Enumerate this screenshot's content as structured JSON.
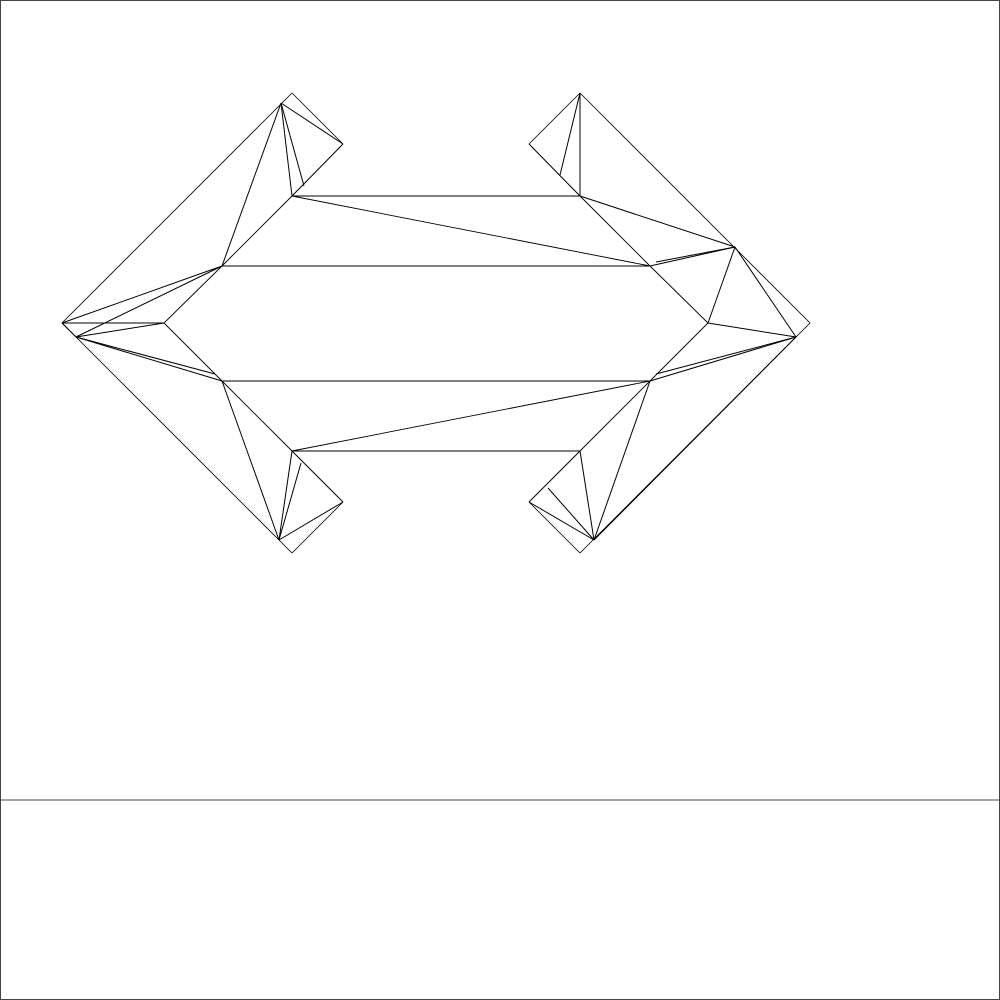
{
  "colors": {
    "background": "#ffffff",
    "line": "#000000",
    "frame": "#444444"
  },
  "diagram": {
    "kind": "triangulated polygon wireframe",
    "panels": [
      "drawing-canvas",
      "bottom-panel"
    ],
    "labels": []
  }
}
